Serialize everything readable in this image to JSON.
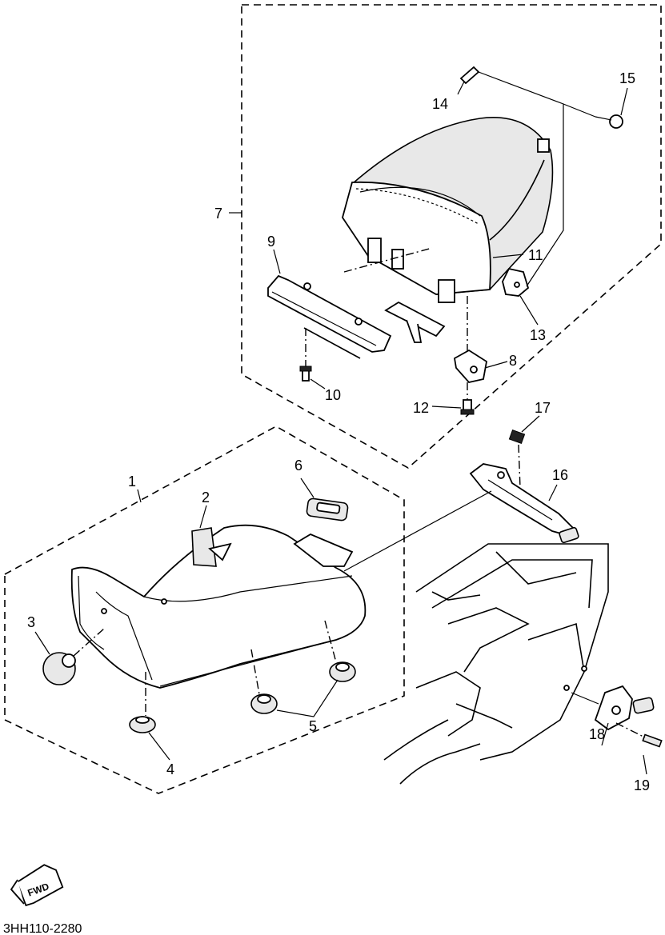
{
  "diagram_code": "3HH110-2280",
  "fwd_label": "FWD",
  "callouts": {
    "c1": "1",
    "c2": "2",
    "c3": "3",
    "c4": "4",
    "c5": "5",
    "c6": "6",
    "c7": "7",
    "c8": "8",
    "c9": "9",
    "c10": "10",
    "c11": "11",
    "c12": "12",
    "c13": "13",
    "c14": "14",
    "c15": "15",
    "c16": "16",
    "c17": "17",
    "c18": "18",
    "c19": "19"
  },
  "colors": {
    "ink": "#000000",
    "paper": "#ffffff"
  }
}
